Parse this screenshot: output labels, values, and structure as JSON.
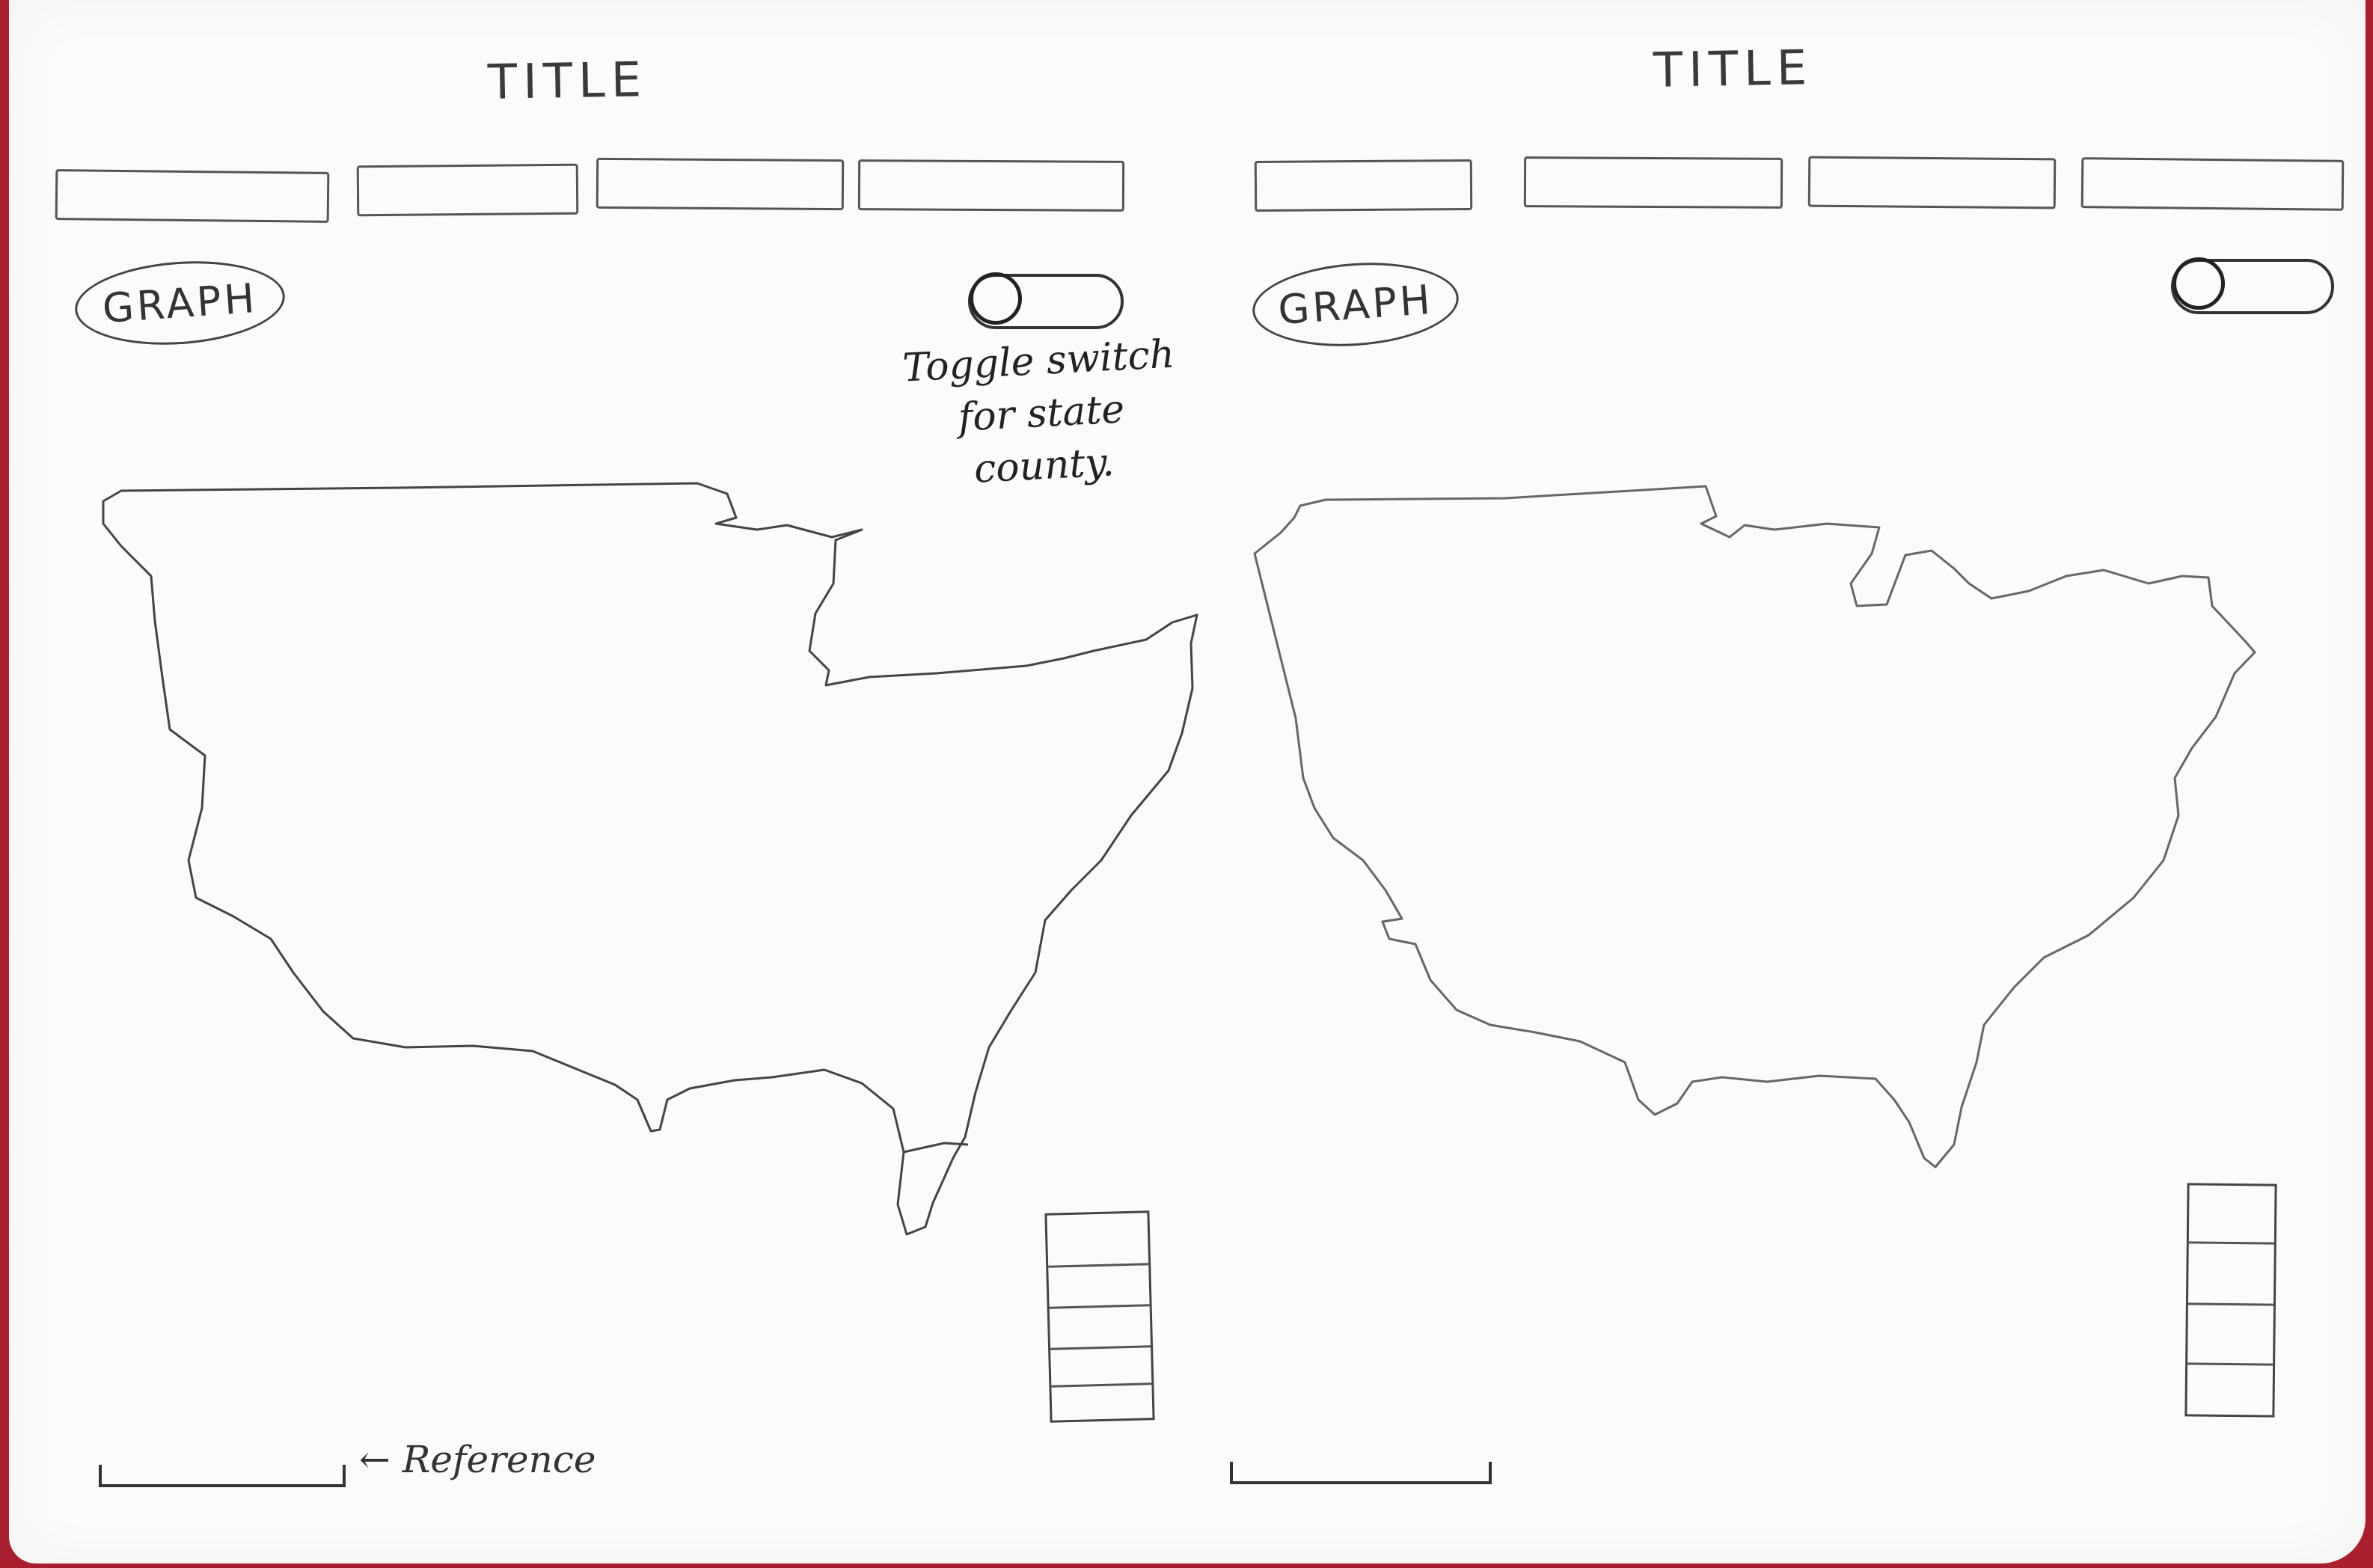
{
  "left_panel": {
    "title": "TITLE",
    "graph_label": "GRAPH",
    "toggle_annotation": [
      "Toggle switch",
      "for state",
      "county."
    ],
    "reference_label": "← Reference"
  },
  "right_panel": {
    "title": "TITLE",
    "graph_label": "GRAPH"
  },
  "colors": {
    "ink": "#333333",
    "paper": "#fbfbfa",
    "background": "#a81f2f"
  }
}
